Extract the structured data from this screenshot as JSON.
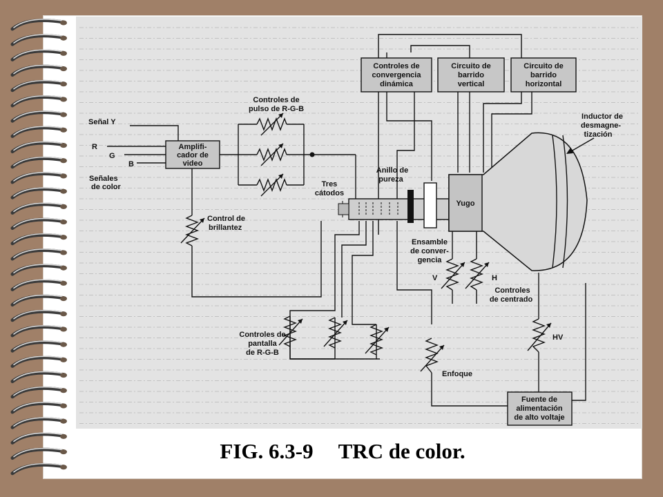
{
  "caption": {
    "number": "FIG. 6.3-9",
    "title": "TRC de color."
  },
  "diagram": {
    "senal_y": "Señal Y",
    "input_r": "R",
    "input_g": "G",
    "input_b": "B",
    "senales_color": [
      "Señales",
      "de color"
    ],
    "amplificador": [
      "Amplifi-",
      "cador de",
      "video"
    ],
    "controles_pulso": [
      "Controles de",
      "pulso de R-G-B"
    ],
    "control_brillantez": [
      "Control de",
      "brillantez"
    ],
    "tres_catodos": [
      "Tres",
      "cátodos"
    ],
    "anillo_pureza": [
      "Anillo de",
      "pureza"
    ],
    "ensamble": [
      "Ensamble",
      "de conver-",
      "gencia"
    ],
    "yugo": "Yugo",
    "convergencia_dinamica": [
      "Controles de",
      "convergencia",
      "dinámica"
    ],
    "barrido_vertical": [
      "Circuito de",
      "barrido",
      "vertical"
    ],
    "barrido_horizontal": [
      "Circuito de",
      "barrido",
      "horizontal"
    ],
    "inductor": [
      "Inductor de",
      "desmagne-",
      "tización"
    ],
    "label_v": "V",
    "label_h": "H",
    "controles_centrado": [
      "Controles",
      "de centrado"
    ],
    "label_hv": "HV",
    "controles_pantalla": [
      "Controles de",
      "pantalla",
      "de R-G-B"
    ],
    "enfoque": "Enfoque",
    "fuente": [
      "Fuente de",
      "alimentación",
      "de alto voltaje"
    ]
  }
}
